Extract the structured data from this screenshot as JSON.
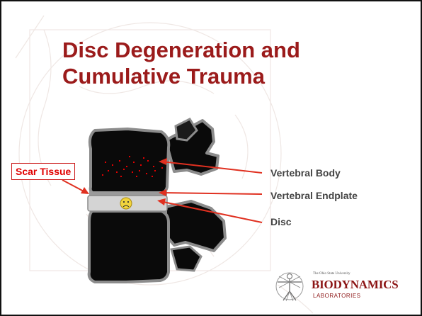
{
  "slide": {
    "title_line_1": "Disc Degeneration and",
    "title_line_2": "Cumulative Trauma"
  },
  "labels": {
    "scar_tissue": "Scar Tissue",
    "vertebral_body": "Vertebral Body",
    "vertebral_endplate": "Vertebral Endplate",
    "disc": "Disc"
  },
  "logo": {
    "line_small": "The Ohio State University",
    "name": "BIODYNAMICS",
    "subtitle": "LABORATORIES"
  },
  "colors": {
    "title": "#9b1b1b",
    "scar_label": "#e00000",
    "arrows": "#e03020",
    "callout_text": "#444444",
    "logo": "#8c1515"
  }
}
